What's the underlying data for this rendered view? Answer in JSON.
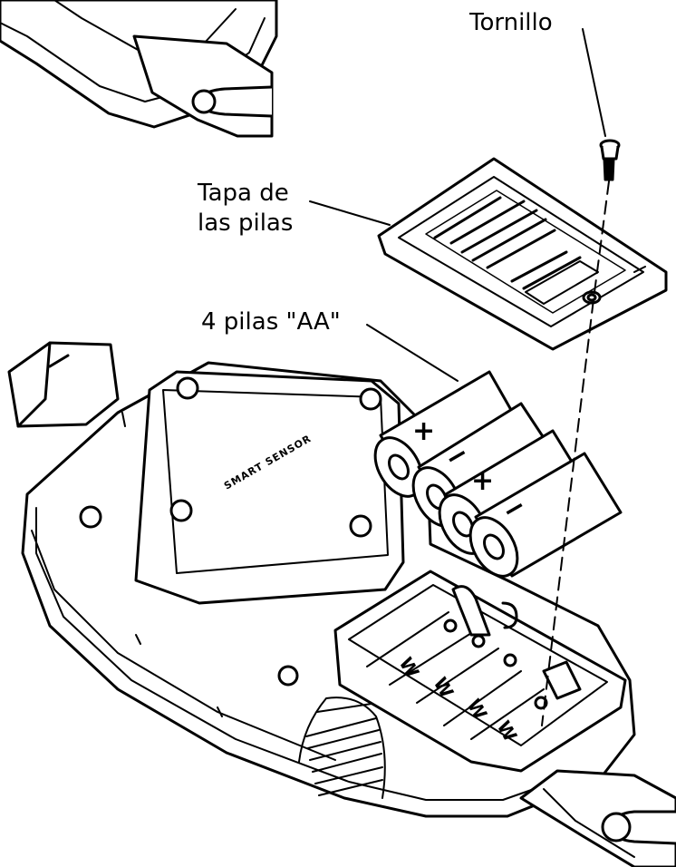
{
  "labels": {
    "screw": "Tornillo",
    "cover_line1": "Tapa de",
    "cover_line2": "las pilas",
    "batteries": "4 pilas \"AA\""
  },
  "device_text": {
    "sensor_plate": "SMART SENSOR"
  },
  "battery_polarity": [
    "+",
    "−",
    "+",
    "−"
  ],
  "colors": {
    "ink": "#000000",
    "paper": "#ffffff"
  }
}
